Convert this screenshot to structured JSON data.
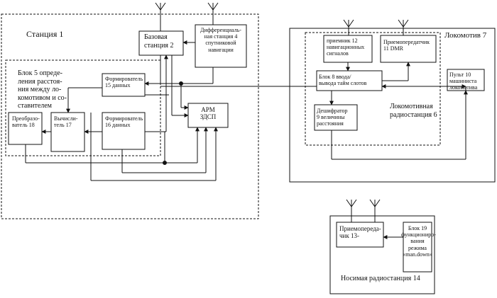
{
  "station": {
    "title": "Станция 1",
    "base_station": "Базовая\nстанция 2",
    "diff_station": "Дифференциаль-\nная станция 4\nспутниковой\nнавигации",
    "block5": "Блок  5 опреде-\nления расстоя-\nния между  ло-\nкомотивом и со-\nставителем",
    "former15": "Формирователь\n15 данных",
    "former16": "Формирователь\n16 данных",
    "converter18": "Преобразо-\nватель  18",
    "calc17": "Вычисли-\nтель 17",
    "arm": "АРМ\nЗДСП"
  },
  "locomotive": {
    "title": "Локомотив 7",
    "receiver12": "приемник 12\nнавигационных\nсигналов",
    "transceiver11": "Приемопередатчик\n11  DMR",
    "block8": "Блок  8 ввода/\nвывода тайм слотов",
    "radio6": "Локомотивная\nрадиостанция  6",
    "decoder9": "Дешифратор\n9 величины\nрасстояния",
    "panel10": "Пульт  10\nмашиниста\nлокомотива"
  },
  "portable": {
    "transceiver13": "Приемопереда-\nчик 13-",
    "block19": "Блок 19\nфункциониро-\nвания режима\n«man.down»",
    "title": "Носимая радиостанция  14"
  }
}
